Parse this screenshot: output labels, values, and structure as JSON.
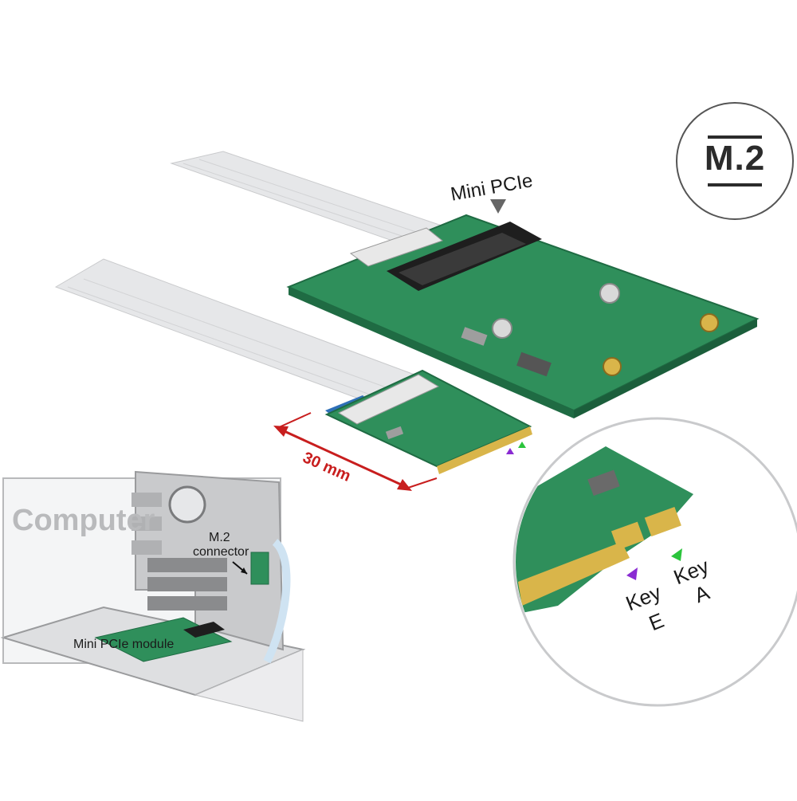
{
  "badge": {
    "text": "M.2"
  },
  "labels": {
    "mini_pcie": "Mini PCIe",
    "dimension": "30 mm",
    "computer": "Computer",
    "m2_connector_line1": "M.2",
    "m2_connector_line2": "connector",
    "mini_pcie_module": "Mini PCIe module",
    "key_e_word": "Key",
    "key_e_letter": "E",
    "key_a_word": "Key",
    "key_a_letter": "A"
  },
  "colors": {
    "pcb": "#2f8f5b",
    "pcb_dark": "#1f6b43",
    "gold": "#d9b54a",
    "ribbon": "#e3e4e6",
    "ribbon_blue": "#2e6fb7",
    "arrow": "#c81e1e",
    "key_e_arrow": "#8a2bd2",
    "key_a_arrow": "#2bc43c",
    "case": "#b8b9bb"
  }
}
